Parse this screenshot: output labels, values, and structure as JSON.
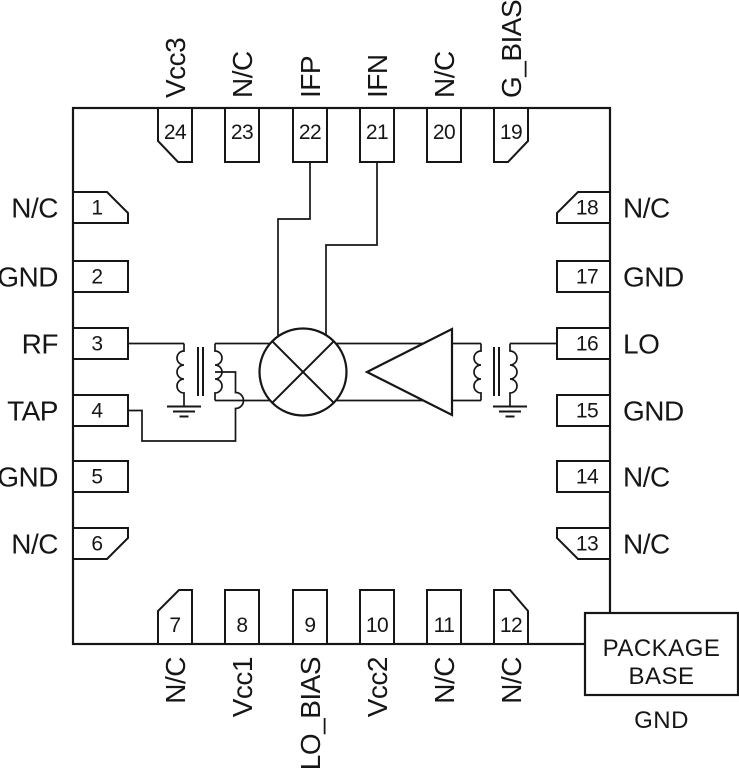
{
  "diagram": {
    "type": "IC functional pin diagram",
    "package_outline": "24-pin quad package"
  },
  "pins": {
    "left": [
      {
        "number": "1",
        "label": "N/C"
      },
      {
        "number": "2",
        "label": "GND"
      },
      {
        "number": "3",
        "label": "RF"
      },
      {
        "number": "4",
        "label": "TAP"
      },
      {
        "number": "5",
        "label": "GND"
      },
      {
        "number": "6",
        "label": "N/C"
      }
    ],
    "bottom": [
      {
        "number": "7",
        "label": "N/C"
      },
      {
        "number": "8",
        "label": "Vcc1"
      },
      {
        "number": "9",
        "label": "LO_BIAS"
      },
      {
        "number": "10",
        "label": "Vcc2"
      },
      {
        "number": "11",
        "label": "N/C"
      },
      {
        "number": "12",
        "label": "N/C"
      }
    ],
    "right": [
      {
        "number": "13",
        "label": "N/C"
      },
      {
        "number": "14",
        "label": "N/C"
      },
      {
        "number": "15",
        "label": "GND"
      },
      {
        "number": "16",
        "label": "LO"
      },
      {
        "number": "17",
        "label": "GND"
      },
      {
        "number": "18",
        "label": "N/C"
      }
    ],
    "top": [
      {
        "number": "19",
        "label": "G_BIAS"
      },
      {
        "number": "20",
        "label": "N/C"
      },
      {
        "number": "21",
        "label": "IFN"
      },
      {
        "number": "22",
        "label": "IFP"
      },
      {
        "number": "23",
        "label": "N/C"
      },
      {
        "number": "24",
        "label": "Vcc3"
      }
    ]
  },
  "package_base": {
    "title_line1": "PACKAGE",
    "title_line2": "BASE",
    "ground_label": "GND"
  },
  "symbols": {
    "mixer": "mixer-icon",
    "amplifier": "amplifier-icon",
    "transformer": "transformer-icon",
    "ground": "ground-icon"
  },
  "colors": {
    "line": "#161616",
    "background": "#ffffff"
  }
}
